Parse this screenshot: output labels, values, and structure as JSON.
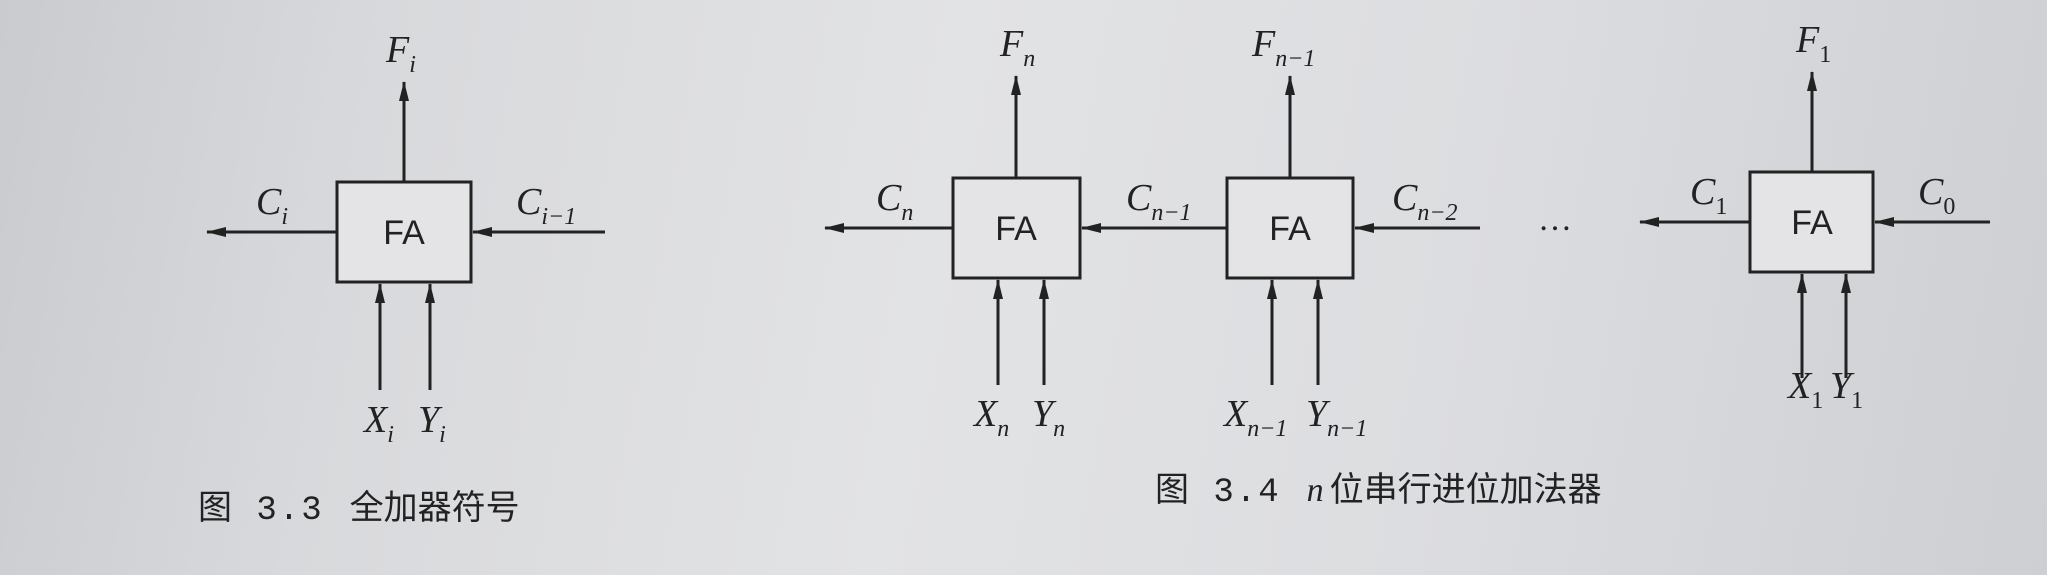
{
  "block_label": "FA",
  "ellipsis": "…",
  "fig33": {
    "out": {
      "b": "F",
      "s": "i"
    },
    "carry_out": {
      "b": "C",
      "s": "i"
    },
    "carry_in": {
      "b": "C",
      "s": "i−1"
    },
    "x": {
      "b": "X",
      "s": "i"
    },
    "y": {
      "b": "Y",
      "s": "i"
    }
  },
  "fig34": {
    "stage_n": {
      "out": {
        "b": "F",
        "s": "n"
      },
      "carry_out": {
        "b": "C",
        "s": "n"
      },
      "x": {
        "b": "X",
        "s": "n"
      },
      "y": {
        "b": "Y",
        "s": "n"
      }
    },
    "stage_n1": {
      "out": {
        "b": "F",
        "s": "n−1"
      },
      "carry_out": {
        "b": "C",
        "s": "n−1"
      },
      "carry_in": {
        "b": "C",
        "s": "n−2"
      },
      "x": {
        "b": "X",
        "s": "n−1"
      },
      "y": {
        "b": "Y",
        "s": "n−1"
      }
    },
    "stage_1": {
      "out": {
        "b": "F",
        "s": "1"
      },
      "carry_out": {
        "b": "C",
        "s": "1"
      },
      "carry_in": {
        "b": "C",
        "s": "0"
      },
      "x": {
        "b": "X",
        "s": "1"
      },
      "y": {
        "b": "Y",
        "s": "1"
      }
    }
  },
  "captions": {
    "fig33": {
      "num": "图 3.3",
      "text": "全加器符号"
    },
    "fig34": {
      "num": "图 3.4",
      "var": "n",
      "text": "位串行进位加法器"
    }
  }
}
